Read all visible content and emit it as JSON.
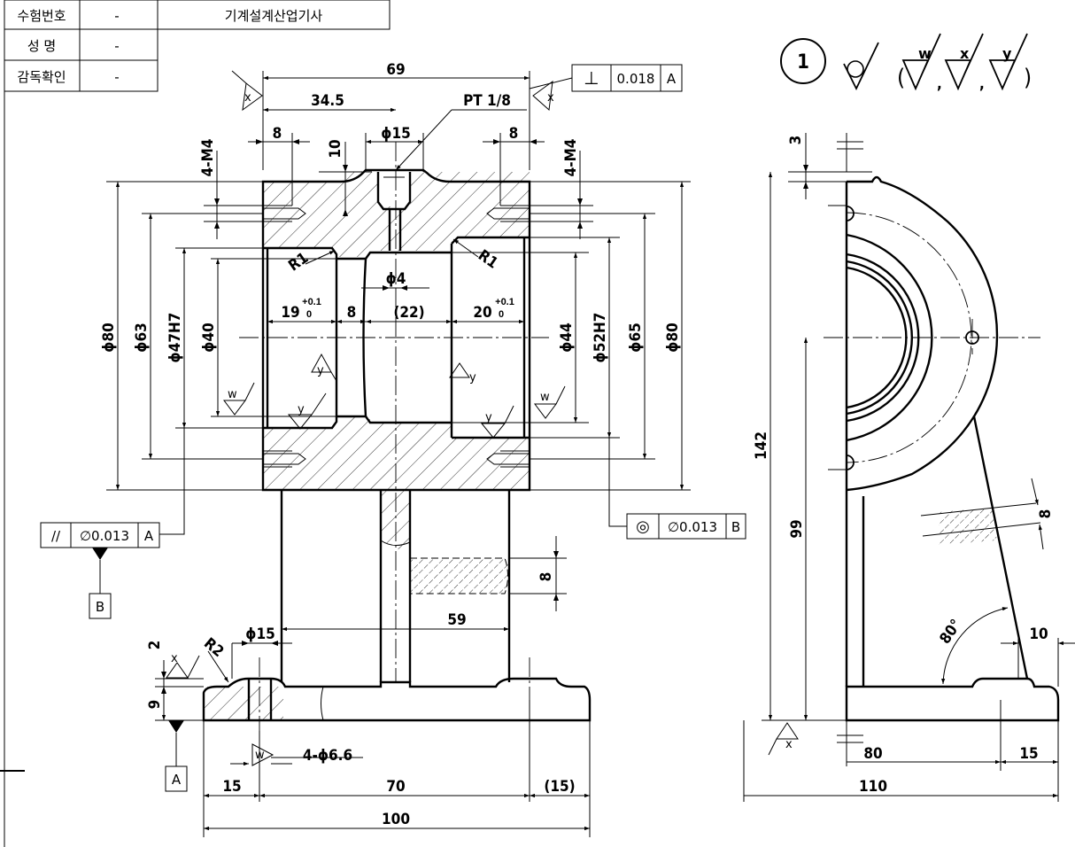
{
  "title_block": {
    "rows": [
      {
        "label": "수험번호",
        "value": "-"
      },
      {
        "label": "성 명",
        "value": "-"
      },
      {
        "label": "감독확인",
        "value": "-"
      }
    ],
    "exam": "기계설계산업기사"
  },
  "part_number": "1",
  "surface_legend": {
    "w": "w",
    "x": "x",
    "y": "y"
  },
  "front_view": {
    "dims": {
      "overall_width": "69",
      "half_width": "34.5",
      "pt": "PT 1/8",
      "left_8": "8",
      "right_8": "8",
      "top_10": "10",
      "phi15_top": "ϕ15",
      "m4_left": "4-M4",
      "m4_right": "4-M4",
      "r1_left": "R1",
      "r1_right": "R1",
      "phi4": "ϕ4",
      "len19": "19",
      "tol19": "+0.1",
      "tol19b": "0",
      "len8": "8",
      "len22": "(22)",
      "len20": "20",
      "tol20": "+0.1",
      "tol20b": "0",
      "phi80_left": "ϕ80",
      "phi63": "ϕ63",
      "phi47": "ϕ47H7",
      "phi40": "ϕ40",
      "phi44": "ϕ44",
      "phi52": "ϕ52H7",
      "phi65": "ϕ65",
      "phi80_right": "ϕ80",
      "rib8": "8",
      "len59": "59",
      "phi15_base": "ϕ15",
      "r2": "R2",
      "h2": "2",
      "h9": "9",
      "holes": "4-ϕ6.6",
      "b15": "15",
      "b70": "70",
      "b15p": "(15)",
      "b100": "100"
    },
    "gdt": {
      "perp": {
        "symbol": "⊥",
        "value": "0.018",
        "datum": "A"
      },
      "parallel": {
        "symbol": "//",
        "value": "∅0.013",
        "datum": "A"
      },
      "concentric": {
        "symbol": "◎",
        "value": "∅0.013",
        "datum": "B"
      },
      "datum_b": "B",
      "datum_a": "A"
    }
  },
  "side_view": {
    "dims": {
      "h3": "3",
      "h142": "142",
      "h99": "99",
      "rib8": "8",
      "angle": "80°",
      "w10": "10",
      "w80": "80",
      "w15": "15",
      "w110": "110"
    }
  },
  "surface_marks": {
    "x": "x",
    "y": "y",
    "w": "w"
  }
}
